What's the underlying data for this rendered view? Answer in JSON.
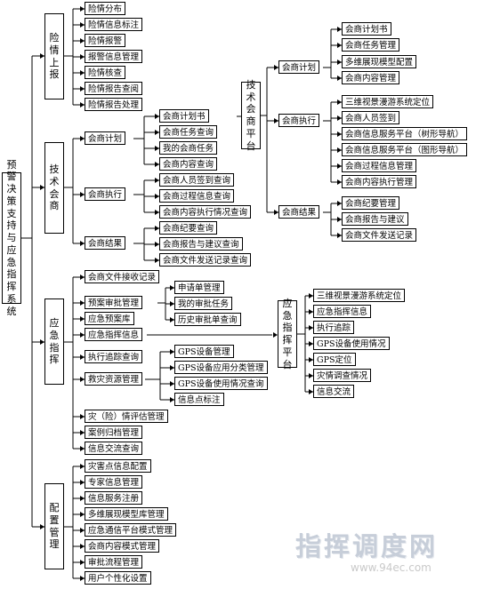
{
  "root": {
    "label": "预警决策支持与应急指挥系统"
  },
  "modules": [
    {
      "label": "险情上报",
      "items": [
        "险情分布",
        "险情信息标注",
        "险情报警",
        "报警信息管理",
        "险情核查",
        "险情报告查阅",
        "险情报告处理"
      ]
    },
    {
      "label": "技术会商",
      "groups": [
        {
          "label": "会商计划",
          "items": [
            "会商计划书",
            "会商任务查询",
            "我的会商任务",
            "会商内容查询"
          ]
        },
        {
          "label": "会商执行",
          "items": [
            "会商人员签到查询",
            "会商过程信息查询",
            "会商内容执行情况查询"
          ]
        },
        {
          "label": "会商结果",
          "items": [
            "会商纪要查询",
            "会商报告与建议查询",
            "会商文件发送记录查询"
          ]
        }
      ]
    },
    {
      "label": "应急指挥",
      "items": [
        "会商文件接收记录",
        "预案审批管理",
        "应急预案库",
        "应急指挥信息",
        "执行追踪查询",
        "救灾资源管理",
        "灾（险）情评估管理",
        "案例归档管理",
        "信息交流查询"
      ],
      "sub_approval": [
        "申请单管理",
        "我的审批任务",
        "历史审批单查询"
      ],
      "sub_resource": [
        "GPS设备管理",
        "GPS设备应用分类管理",
        "GPS设备使用情况查询",
        "信息点标注"
      ]
    },
    {
      "label": "配置管理",
      "items": [
        "灾害点信息配置",
        "专家信息管理",
        "信息服务注册",
        "多维展现模型库管理",
        "应急通信平台模式管理",
        "会商内容模式管理",
        "审批流程管理",
        "用户个性化设置"
      ]
    }
  ],
  "platform_consult": {
    "label": "技术会商平台",
    "groups": [
      {
        "label": "会商计划",
        "items": [
          "会商计划书",
          "会商任务管理",
          "多维展现模型配置",
          "会商内容管理"
        ]
      },
      {
        "label": "会商执行",
        "items": [
          "三维视景漫游系统定位",
          "会商人员签到",
          "会商信息服务平台（树形导航）",
          "会商信息服务平台（图形导航）",
          "会商过程信息管理",
          "会商内容执行管理"
        ]
      },
      {
        "label": "会商结果",
        "items": [
          "会商纪要管理",
          "会商报告与建议",
          "会商文件发送记录"
        ]
      }
    ]
  },
  "platform_command": {
    "label": "应急指挥平台",
    "items": [
      "三维视景漫游系统定位",
      "应急指挥信息",
      "执行追踪",
      "GPS设备使用情况",
      "GPS定位",
      "灾情调查情况",
      "信息交流"
    ]
  },
  "watermark": {
    "title": "指挥调度网",
    "url": "www.94ec.com"
  }
}
